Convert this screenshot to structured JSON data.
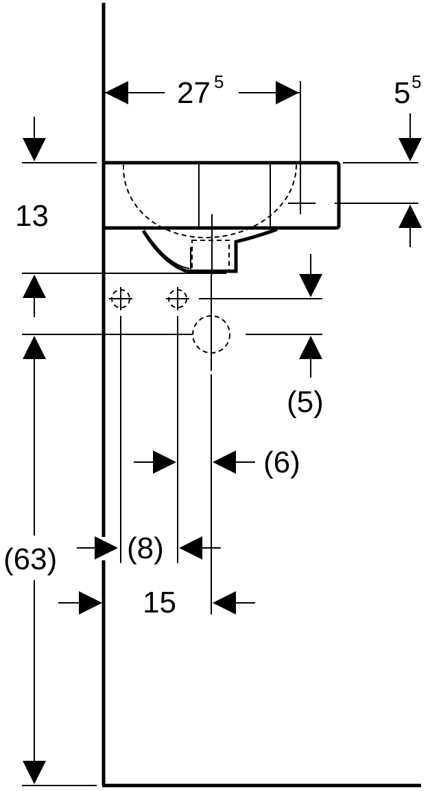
{
  "dimensions": {
    "basin_width": {
      "main": "27",
      "sup": "5"
    },
    "overflow_offset": {
      "main": "5",
      "sup": "5"
    },
    "basin_height": "13",
    "trap_offset_vertical": "(5)",
    "trap_offset_horizontal": "(6)",
    "supply_spacing": "(8)",
    "wall_to_drain": "15",
    "drain_height": "(63)"
  }
}
